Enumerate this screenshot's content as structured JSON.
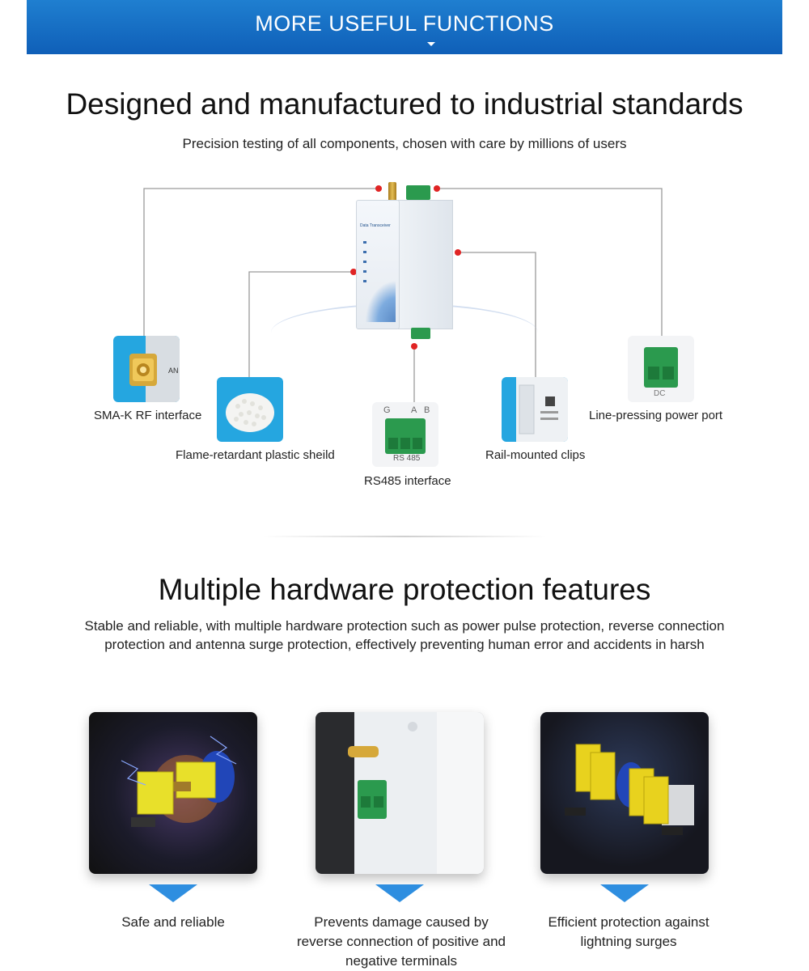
{
  "banner": {
    "title": "MORE USEFUL FUNCTIONS"
  },
  "section1": {
    "heading": "Designed and manufactured to industrial standards",
    "subheading": "Precision testing of all components, chosen with care by millions of users",
    "device_label": "Data Transceiver",
    "features": {
      "sma": "SMA-K RF interface",
      "shield": "Flame-retardant plastic sheild",
      "rs485": "RS485 interface",
      "rail": "Rail-mounted clips",
      "power": "Line-pressing power port"
    },
    "rs485_pins": {
      "g": "G",
      "a": "A",
      "b": "B",
      "tag": "RS 485"
    },
    "power_tag": "DC",
    "sma_tag": "AN"
  },
  "section2": {
    "heading": "Multiple hardware protection features",
    "description": "Stable and reliable, with multiple hardware protection such as power pulse protection, reverse connection protection and antenna surge protection, effectively preventing human error and accidents in harsh",
    "items": [
      {
        "caption": "Safe and reliable"
      },
      {
        "caption": "Prevents damage caused by reverse connection of positive and negative terminals"
      },
      {
        "caption": "Efficient protection against lightning surges"
      }
    ]
  },
  "colors": {
    "banner": "#1170c8",
    "callout_dot": "#e02424",
    "terminal_green": "#2b9a4e",
    "arrow_blue": "#2e8ee0"
  }
}
